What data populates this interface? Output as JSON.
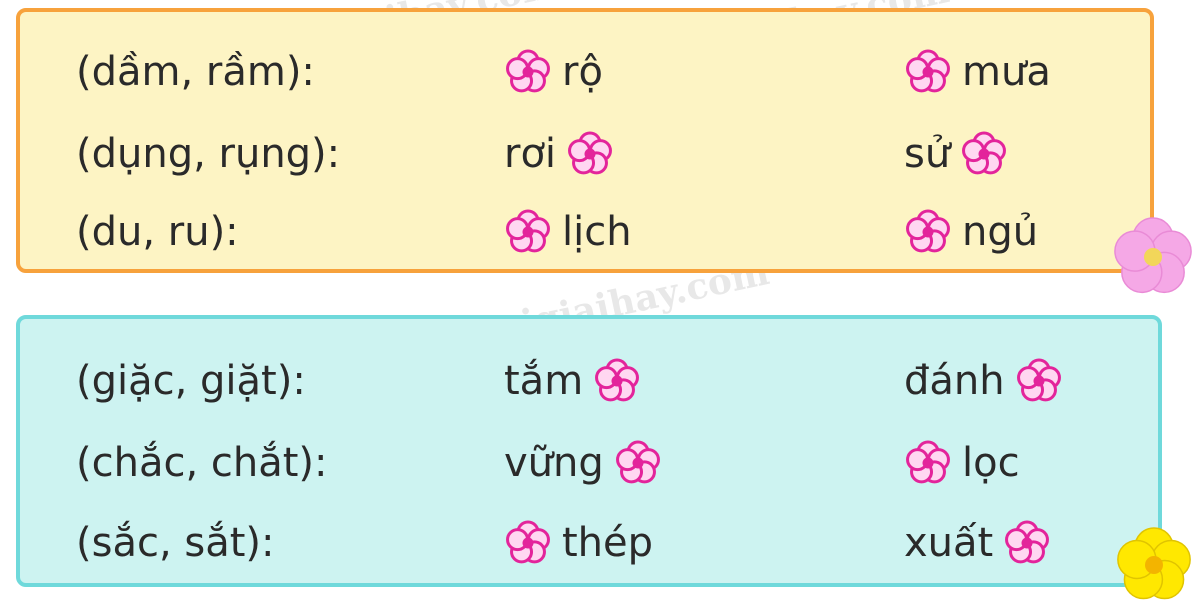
{
  "top_group": {
    "rows": [
      {
        "label": "(dầm, rầm):",
        "word1": "rộ",
        "word1_blank": "before",
        "word2": "mưa",
        "word2_blank": "before"
      },
      {
        "label": "(dụng, rụng):",
        "word1": "rơi",
        "word1_blank": "after",
        "word2": "sử",
        "word2_blank": "after"
      },
      {
        "label": "(du, ru):",
        "word1": "lịch",
        "word1_blank": "before",
        "word2": "ngủ",
        "word2_blank": "before"
      }
    ]
  },
  "bottom_group": {
    "rows": [
      {
        "label": "(giặc, giặt):",
        "word1": "tắm",
        "word1_blank": "after",
        "word2": "đánh",
        "word2_blank": "after"
      },
      {
        "label": "(chắc, chắt):",
        "word1": "vững",
        "word1_blank": "after",
        "word2": "lọc",
        "word2_blank": "before"
      },
      {
        "label": "(sắc, sắt):",
        "word1": "thép",
        "word1_blank": "before",
        "word2": "xuất",
        "word2_blank": "after"
      }
    ]
  },
  "colors": {
    "top_fill": "#fdf4c4",
    "top_border": "#f7a23c",
    "bottom_fill": "#cdf3f1",
    "bottom_border": "#6fd9db",
    "blank_flower": "#e3249b",
    "corner_flower_pink": "#f5a8e6",
    "corner_flower_yellow": "#ffe800"
  },
  "icons": {
    "blank": "flower-blank-icon",
    "corner_top": "pink-flower-decoration",
    "corner_bottom": "yellow-flower-decoration"
  },
  "watermark": "Loigiaihay.com"
}
